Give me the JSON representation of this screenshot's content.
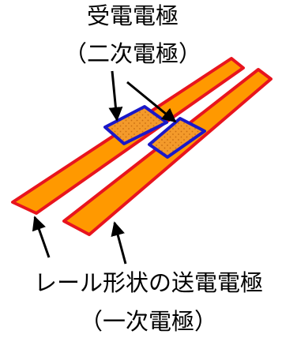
{
  "labels": {
    "receiver_line1": "受電電極",
    "receiver_line2": "（二次電極）",
    "transmitter_line1": "レール形状の送電電極",
    "transmitter_line2": "（一次電極）"
  },
  "colors": {
    "rail_fill": "#ff9900",
    "rail_border": "#e8141e",
    "pad_fill": "#f39a2b",
    "pad_border": "#1a18c8",
    "arrow": "#000000"
  }
}
